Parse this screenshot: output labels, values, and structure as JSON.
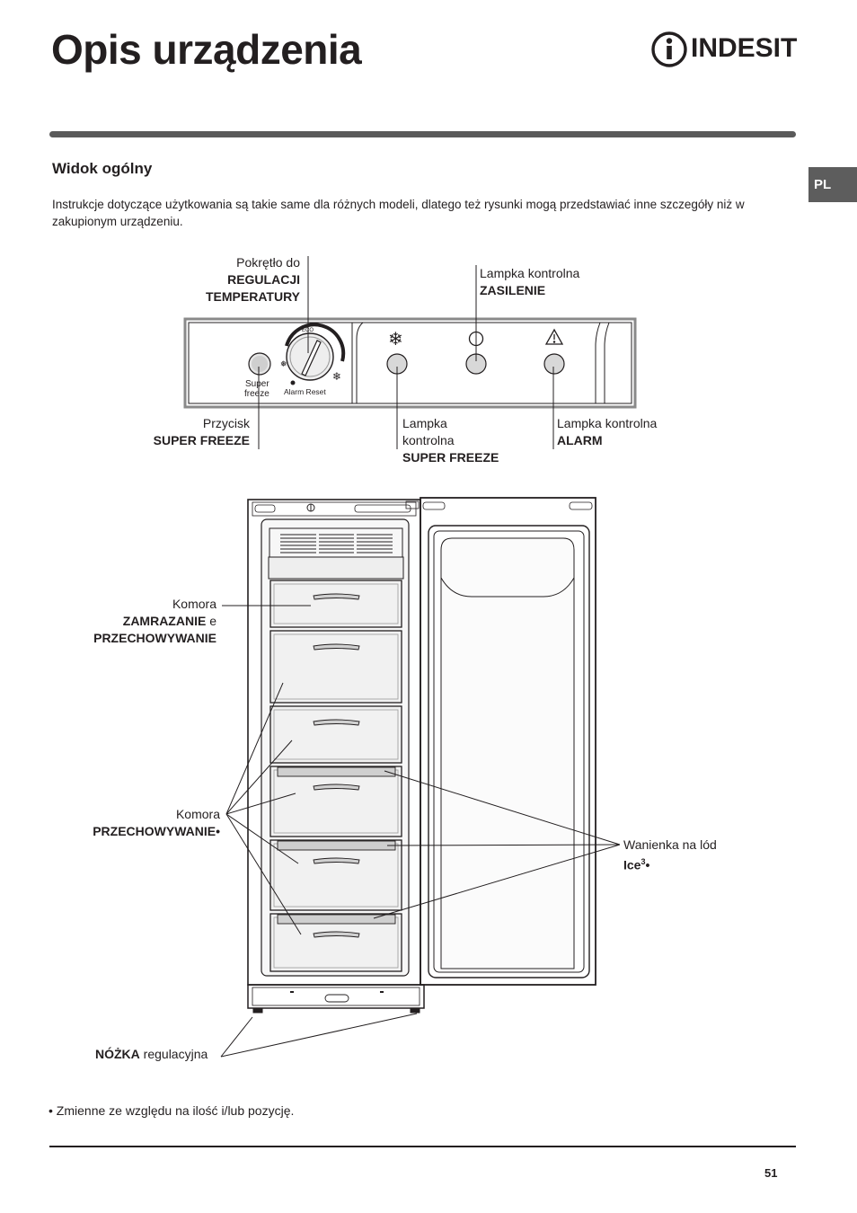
{
  "header": {
    "title": "Opis urządzenia",
    "brand": "INDESIT",
    "language_tab": "PL"
  },
  "section": {
    "title": "Widok ogólny",
    "intro": "Instrukcje dotyczące użytkowania są takie same dla różnych modeli, dlatego też rysunki mogą przedstawiać inne szczegóły niż w zakupionym urządzeniu."
  },
  "panel_labels": {
    "thermostat_line1": "Pokrętło do",
    "thermostat_line2": "REGULACJI",
    "thermostat_line3": "TEMPERATURY",
    "power_line1": "Lampka kontrolna",
    "power_line2": "ZASILENIE",
    "sf_button_line1": "Przycisk",
    "sf_button_line2": "SUPER FREEZE",
    "sf_lamp_line1": "Lampka",
    "sf_lamp_line2": "kontrolna",
    "sf_lamp_line3": "SUPER FREEZE",
    "alarm_line1": "Lampka kontrolna",
    "alarm_line2": "ALARM",
    "panel_super": "Super",
    "panel_freeze": "freeze",
    "panel_alarm_reset": "Alarm Reset",
    "panel_eco": "ECO"
  },
  "appliance_labels": {
    "freeze_line1": "Komora",
    "freeze_line2_bold": "ZAMRAZANIE",
    "freeze_line2_rest": " e",
    "freeze_line3": "PRZECHOWYWANIE",
    "storage_line1": "Komora",
    "storage_line2": "PRZECHOWYWANIE•",
    "ice_line1": "Wanienka na lód",
    "ice_line2_bold": "Ice",
    "ice_sup": "3",
    "ice_line2_rest": "•",
    "foot_bold": "NÓŻKA",
    "foot_rest": " regulacyjna"
  },
  "footer": {
    "footnote": "• Zmienne ze względu na ilość i/lub pozycję.",
    "page_number": "51"
  }
}
